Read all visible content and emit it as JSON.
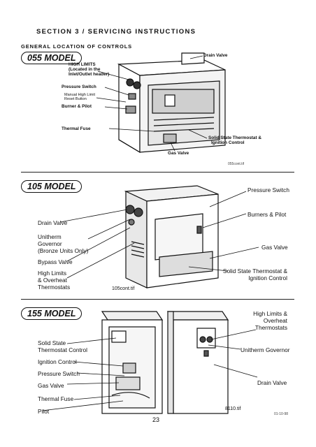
{
  "header": {
    "section_title": "SECTION 3 / SERVICING INSTRUCTIONS",
    "subtitle": "GENERAL LOCATION OF CONTROLS"
  },
  "model_055": {
    "badge": "055 MODEL",
    "labels": {
      "drain_valve": "Drain Valve",
      "high_limits_1": "HIGH LIMITS",
      "high_limits_2": "(Located in the",
      "high_limits_3": "Inlet/Outlet header)",
      "pressure_switch": "Pressure Switch",
      "manual_reset_1": "Manual High Limit",
      "manual_reset_2": "Reset Button",
      "burner_pilot": "Burner & Pilot",
      "thermal_fuse": "Thermal Fuse",
      "solid_state_1": "Solid State Thermostat &",
      "solid_state_2": "Ignition Control",
      "gas_valve": "Gas Valve"
    },
    "stamp": "055cont.tif"
  },
  "model_105": {
    "badge": "105 MODEL",
    "labels": {
      "pressure_switch": "Pressure Switch",
      "drain_valve": "Drain Valve",
      "burners_pilot": "Burners & Pilot",
      "unitherm_1": "Unitherm",
      "unitherm_2": "Governor",
      "unitherm_3": "(Bronze Units Only)",
      "gas_valve": "Gas Valve",
      "bypass_valve": "Bypass  Valve",
      "high_limits_1": "High Limits",
      "high_limits_2": "& Overheat",
      "high_limits_3": "Thermostats",
      "solid_state_1": "Solid State Thermostat &",
      "solid_state_2": "Ignition Control"
    },
    "figure": "105cont.tif"
  },
  "model_155": {
    "badge": "155 MODEL",
    "labels": {
      "high_limits_1": "High Limits &",
      "high_limits_2": "Overheat",
      "high_limits_3": "Thermostats",
      "solid_state_1": "Solid State",
      "solid_state_2": "Thermostat Control",
      "unitherm_governor": "Unitherm Governor",
      "ignition_control": "Ignition Control",
      "pressure_switch": "Pressure Switch",
      "drain_valve": "Drain Valve",
      "gas_valve": "Gas Valve",
      "thermal_fuse": "Thermal Fuse",
      "pilot": "Pilot"
    },
    "figure": "8110.tif",
    "date_code": "01-10-98"
  },
  "footer": {
    "page_number": "23"
  }
}
